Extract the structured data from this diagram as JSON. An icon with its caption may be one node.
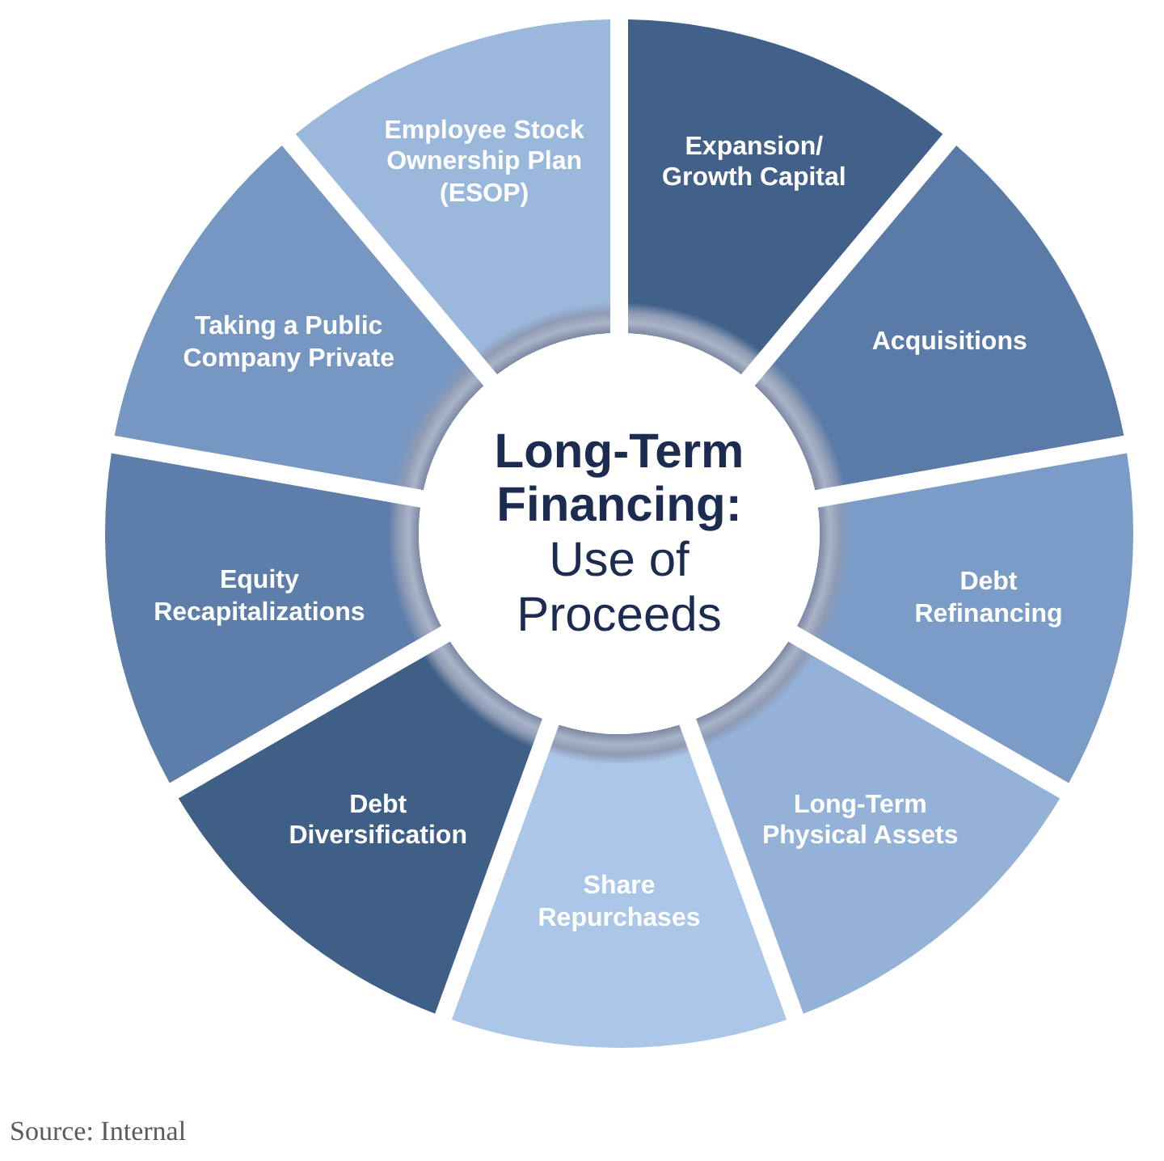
{
  "diagram": {
    "nodes": [
      {
        "text": [
          "Long-Term Financing:",
          "Use of Proceeds"
        ]
      },
      {
        "text": [
          "Expansion/ Growth Capital"
        ]
      },
      {
        "text": [
          "Acquisitions"
        ]
      },
      {
        "text": [
          "Debt Refinancing"
        ]
      },
      {
        "text": [
          "Long-Term Physical Assets"
        ]
      },
      {
        "text": [
          "Share Repurchases"
        ]
      },
      {
        "text": [
          "Debt Diversification"
        ]
      },
      {
        "text": [
          "Equity Recapitalizations"
        ]
      },
      {
        "text": [
          "Taking a Public Company Private"
        ]
      },
      {
        "text": [
          "Employee Stock Ownership Plan (ESOP)"
        ]
      }
    ],
    "labels": [
      "Source: Internal"
    ]
  }
}
